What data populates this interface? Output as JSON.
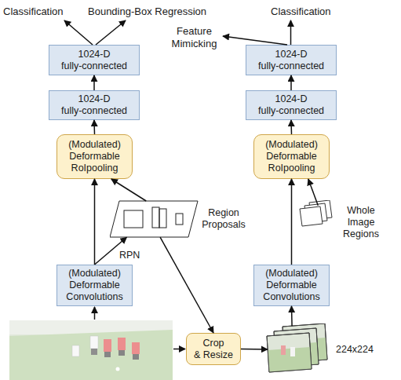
{
  "diagram": {
    "nodes": [
      {
        "text": [
          "1024-D fully-connected"
        ]
      },
      {
        "text": [
          "1024-D fully-connected"
        ]
      },
      {
        "text": [
          "1024-D fully-connected"
        ]
      },
      {
        "text": [
          "1024-D fully-connected"
        ]
      },
      {
        "text": [
          "(Modulated) Deformable RoIpooling"
        ]
      },
      {
        "text": [
          "(Modulated) Deformable RoIpooling"
        ]
      },
      {
        "text": [
          "Region Proposals"
        ]
      },
      {
        "text": [
          "Whole Image Regions"
        ]
      },
      {
        "text": [
          "(Modulated) Deformable Convolutions"
        ]
      },
      {
        "text": [
          "(Modulated) Deformable Convolutions"
        ]
      },
      {
        "text": [
          "Crop & Resize"
        ]
      },
      {
        "text": [
          "224x224"
        ]
      }
    ],
    "edges": [
      {
        "from": 8,
        "to": 4,
        "arrow": "to"
      },
      {
        "from": 8,
        "to": 6,
        "arrow": "to",
        "label": "RPN"
      },
      {
        "from": 6,
        "to": 4,
        "arrow": "to"
      },
      {
        "from": 6,
        "to": 10,
        "arrow": "to"
      },
      {
        "from": 4,
        "to": 2,
        "arrow": "to"
      },
      {
        "from": 2,
        "to": 0,
        "arrow": "to"
      },
      {
        "from": 10,
        "to": 11,
        "arrow": "to"
      },
      {
        "from": 11,
        "to": 9,
        "arrow": "to"
      },
      {
        "from": 9,
        "to": 5,
        "arrow": "to"
      },
      {
        "from": 7,
        "to": 5,
        "arrow": "to"
      },
      {
        "from": 5,
        "to": 3,
        "arrow": "to"
      },
      {
        "from": 3,
        "to": 1,
        "arrow": "to"
      }
    ],
    "labels": [
      "Classification",
      "Bounding-Box Regression",
      "Feature Mimicking",
      "Classification"
    ]
  }
}
